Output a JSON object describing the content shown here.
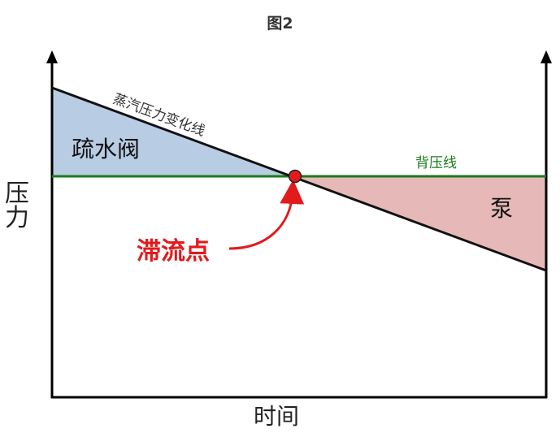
{
  "figure": {
    "title": "图2",
    "x_axis_label": "时间",
    "y_axis_label_chars": [
      "压",
      "力"
    ]
  },
  "labels": {
    "steam_line": "蒸汽压力变化线",
    "back_pressure_line": "背压线",
    "trap_region": "疏水阀",
    "pump_region": "泵",
    "stall_point": "滞流点"
  },
  "colors": {
    "steam_line": "#111111",
    "back_pressure_line": "#1a7a1a",
    "trap_region_fill": "#b8cce4",
    "pump_region_fill": "#e6b9b8",
    "stall_point": "#e31a1c",
    "stall_label": "#e31a1c"
  }
}
